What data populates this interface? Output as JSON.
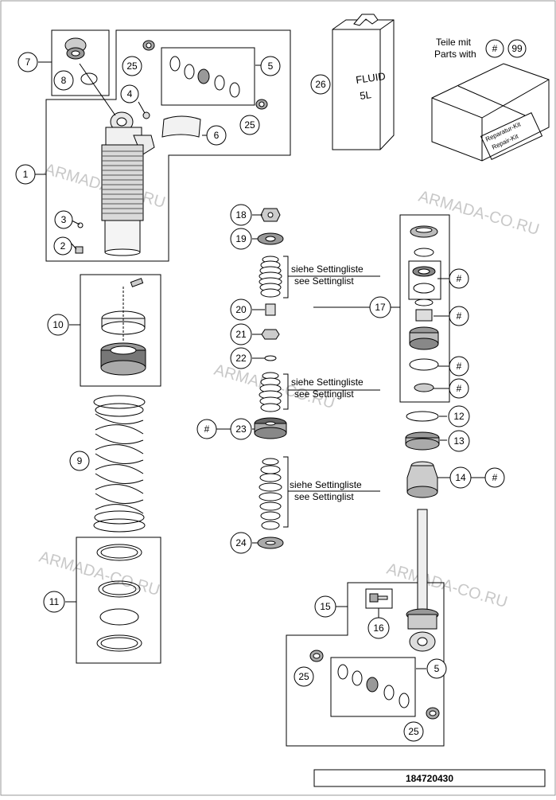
{
  "watermarks": [
    "ARMADA-CO.RU",
    "ARMADA-CO.RU",
    "ARMADA-CO.RU",
    "ARMADA-CO.RU",
    "ARMADA-CO.RU"
  ],
  "parts_with": {
    "line1": "Teile mit",
    "line2": "Parts with",
    "hash": "#",
    "number": "99"
  },
  "fluid": {
    "line1": "FLUID",
    "line2": "5L",
    "callout": "26"
  },
  "repair_kit": {
    "line1": "Reparatur-Kit",
    "line2": "Repair-Kit"
  },
  "settinglist": [
    {
      "de": "siehe Settingliste",
      "en": "see Settinglist"
    },
    {
      "de": "siehe Settingliste",
      "en": "see Settinglist"
    },
    {
      "de": "siehe Settingliste",
      "en": "see Settinglist"
    }
  ],
  "callouts": [
    "1",
    "2",
    "3",
    "4",
    "5",
    "6",
    "7",
    "8",
    "9",
    "10",
    "11",
    "12",
    "13",
    "14",
    "15",
    "16",
    "17",
    "18",
    "19",
    "20",
    "21",
    "22",
    "23",
    "24",
    "25",
    "25",
    "25",
    "25",
    "5",
    "#",
    "#",
    "#",
    "#",
    "#",
    "#"
  ],
  "part_number": "184720430"
}
